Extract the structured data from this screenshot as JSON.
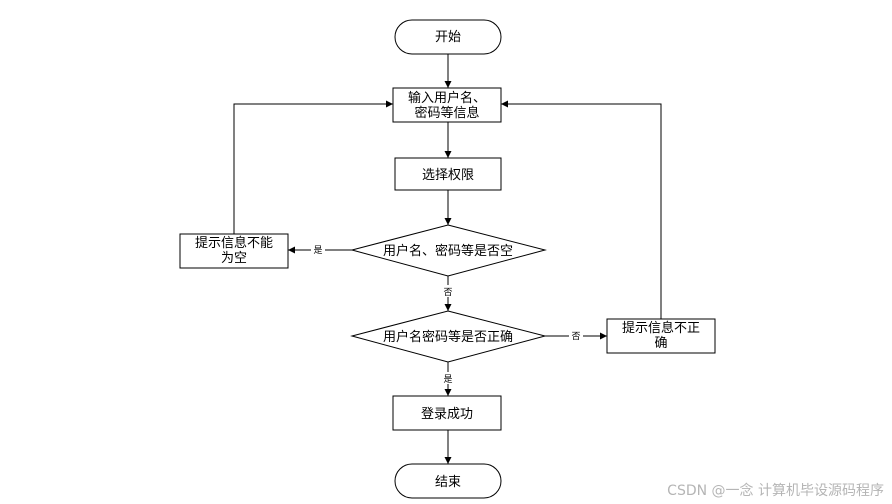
{
  "diagram": {
    "nodes": {
      "start": "开始",
      "input": [
        "输入用户名、",
        "密码等信息"
      ],
      "select": "选择权限",
      "check_empty": "用户名、密码等是否空",
      "prompt_empty": [
        "提示信息不能",
        "为空"
      ],
      "check_correct": "用户名密码等是否正确",
      "prompt_incorrect": [
        "提示信息不正",
        "确"
      ],
      "success": "登录成功",
      "end": "结束"
    },
    "edges": {
      "empty_yes": "是",
      "empty_no": "否",
      "correct_no": "否",
      "correct_yes": "是"
    }
  },
  "watermark": "CSDN @一念 计算机毕设源码程序"
}
